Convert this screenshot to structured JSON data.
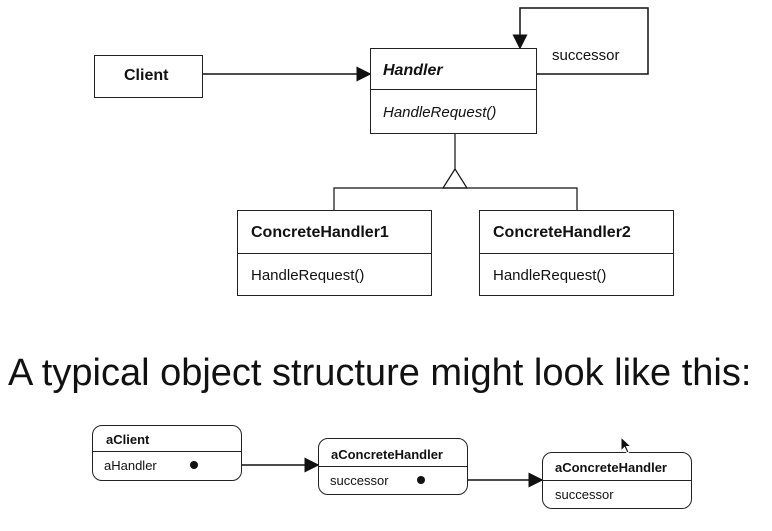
{
  "class_diagram": {
    "client": {
      "name": "Client"
    },
    "handler": {
      "name": "Handler",
      "method": "HandleRequest()"
    },
    "successor_label": "successor",
    "concrete1": {
      "name": "ConcreteHandler1",
      "method": "HandleRequest()"
    },
    "concrete2": {
      "name": "ConcreteHandler2",
      "method": "HandleRequest()"
    }
  },
  "caption": "A typical object structure might look like this:",
  "object_diagram": {
    "aclient": {
      "name": "aClient",
      "field": "aHandler"
    },
    "handler1": {
      "name": "aConcreteHandler",
      "field": "successor"
    },
    "handler2": {
      "name": "aConcreteHandler",
      "field": "successor"
    }
  }
}
